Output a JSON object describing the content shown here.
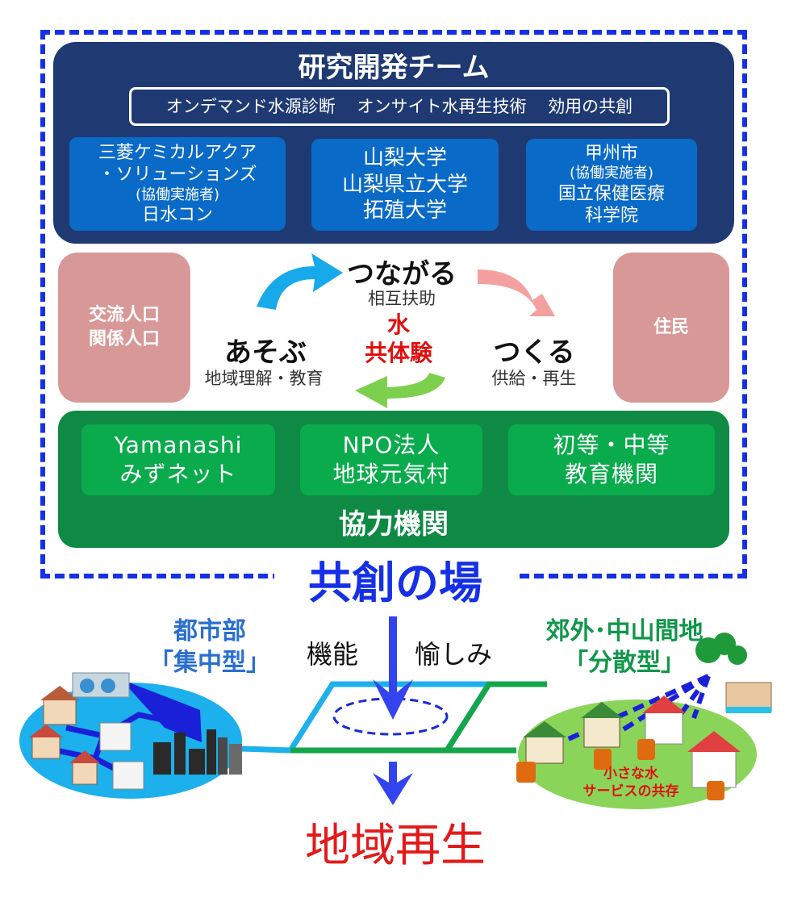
{
  "research_team": {
    "title": "研究開発チーム",
    "tags": [
      "オンデマンド水源診断",
      "オンサイト水再生技術",
      "効用の共創"
    ],
    "members": [
      {
        "lines": [
          "三菱ケミカルアクア",
          "・ソリューションズ",
          "(協働実施者)",
          "日水コン"
        ]
      },
      {
        "lines": [
          "山梨大学",
          "山梨県立大学",
          "拓殖大学"
        ]
      },
      {
        "lines": [
          "甲州市",
          "(協働実施者)",
          "国立保健医療",
          "科学院"
        ]
      }
    ]
  },
  "left_box": {
    "lines": [
      "交流人口",
      "関係人口"
    ]
  },
  "right_box": {
    "label": "住民"
  },
  "cycle": {
    "top": {
      "verb": "つながる",
      "sub": "相互扶助"
    },
    "left": {
      "verb": "あそぶ",
      "sub": "地域理解・教育"
    },
    "right": {
      "verb": "つくる",
      "sub": "供給・再生"
    },
    "center": [
      "水",
      "共体験"
    ]
  },
  "cooperators": {
    "title": "協力機関",
    "items": [
      {
        "lines": [
          "Yamanashi",
          "みずネット"
        ]
      },
      {
        "lines": [
          "NPO法人",
          "地球元気村"
        ]
      },
      {
        "lines": [
          "初等・中等",
          "教育機関"
        ]
      }
    ]
  },
  "place_label": "共創の場",
  "urban": {
    "lines": [
      "都市部",
      "「集中型」"
    ]
  },
  "rural": {
    "lines": [
      "郊外･中山間地",
      "「分散型」"
    ],
    "caption": [
      "小さな水",
      "サービスの共存"
    ]
  },
  "function_label": "機能",
  "enjoy_label": "愉しみ",
  "result_label": "地域再生",
  "colors": {
    "frame_blue": "#1530e6",
    "team_navy": "#1f3a72",
    "member_blue": "#0a6ac7",
    "coop_green": "#0f8a44",
    "pink": "#d99898",
    "accent_red": "#e01010"
  }
}
